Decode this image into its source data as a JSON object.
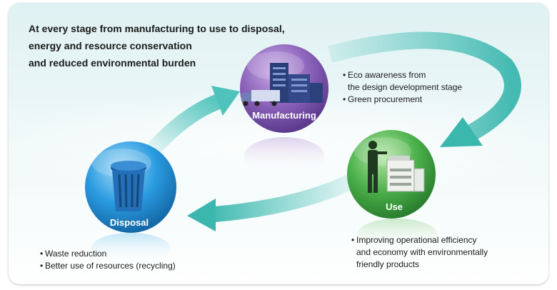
{
  "headline": [
    "At every stage from manufacturing to use to disposal,",
    "energy and resource conservation",
    "and reduced environmental burden"
  ],
  "nodes": {
    "manufacturing": {
      "label": "Manufacturing",
      "color": "#8b62b8",
      "icon": "factory-truck-icon"
    },
    "use": {
      "label": "Use",
      "color": "#3aa83e",
      "icon": "person-copier-icon"
    },
    "disposal": {
      "label": "Disposal",
      "color": "#1c95d8",
      "icon": "trash-bin-icon"
    }
  },
  "arrow_color": "#4fc3bb",
  "notes": {
    "manufacturing": [
      {
        "text": "Eco awareness from",
        "bullet": true
      },
      {
        "text": "the design development stage",
        "bullet": false
      },
      {
        "text": "Green procurement",
        "bullet": true
      }
    ],
    "use": [
      {
        "text": "Improving operational efficiency",
        "bullet": true
      },
      {
        "text": "and economy with environmentally",
        "bullet": false
      },
      {
        "text": "friendly products",
        "bullet": false
      }
    ],
    "disposal": [
      {
        "text": "Waste reduction",
        "bullet": true
      },
      {
        "text": "Better use of resources (recycling)",
        "bullet": true
      }
    ]
  }
}
